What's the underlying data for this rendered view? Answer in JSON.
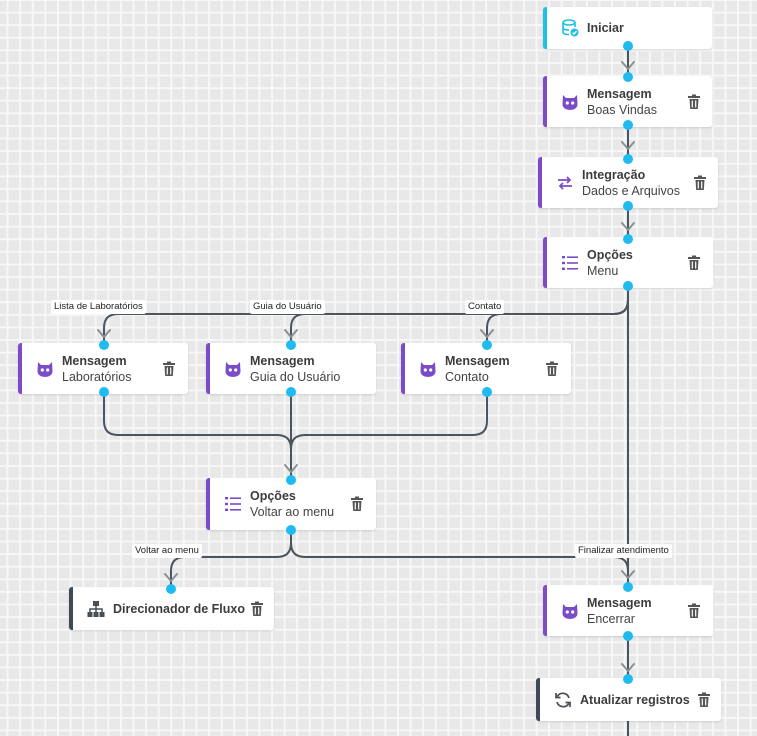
{
  "nodes": {
    "iniciar": {
      "title": "Iniciar",
      "icon": "database-check-icon"
    },
    "msg_boas": {
      "title": "Mensagem",
      "subtitle": "Boas Vindas",
      "icon": "bot-icon"
    },
    "integracao": {
      "title": "Integração",
      "subtitle": "Dados e Arquivos",
      "icon": "arrows-exchange-icon"
    },
    "opcoes_menu": {
      "title": "Opções",
      "subtitle": "Menu",
      "icon": "list-icon"
    },
    "msg_lab": {
      "title": "Mensagem",
      "subtitle": "Laboratórios",
      "icon": "bot-icon"
    },
    "msg_guia": {
      "title": "Mensagem",
      "subtitle": "Guia do Usuário",
      "icon": "bot-icon"
    },
    "msg_contato": {
      "title": "Mensagem",
      "subtitle": "Contato",
      "icon": "bot-icon"
    },
    "opcoes_voltar": {
      "title": "Opções",
      "subtitle": "Voltar ao menu",
      "icon": "list-icon"
    },
    "direcionador": {
      "title": "Direcionador de Fluxo",
      "icon": "sitemap-icon"
    },
    "msg_encerrar": {
      "title": "Mensagem",
      "subtitle": "Encerrar",
      "icon": "bot-icon"
    },
    "atualizar": {
      "title": "Atualizar registros",
      "icon": "refresh-icon"
    }
  },
  "edge_labels": {
    "lista_lab": "Lista de Laboratórios",
    "guia": "Guia do Usuário",
    "contato": "Contato",
    "voltar": "Voltar ao menu",
    "finalizar": "Finalizar atendimento"
  },
  "colors": {
    "port": "#1ebbf0",
    "edge": "#4a5560",
    "start_bar": "#1ec0e6",
    "message_bar": "#7e4bc8",
    "action_bar": "#404a56",
    "icon_purple": "#7a4cc8"
  }
}
